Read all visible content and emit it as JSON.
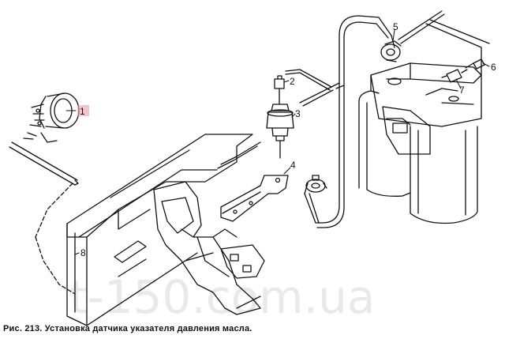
{
  "figure": {
    "caption": "Рис. 213. Установка датчика указателя давления масла.",
    "watermark": "t-150.com.ua",
    "callouts": [
      "1",
      "2",
      "3",
      "4",
      "5",
      "6",
      "7",
      "8"
    ],
    "highlight_color": "#e8a0a8"
  }
}
